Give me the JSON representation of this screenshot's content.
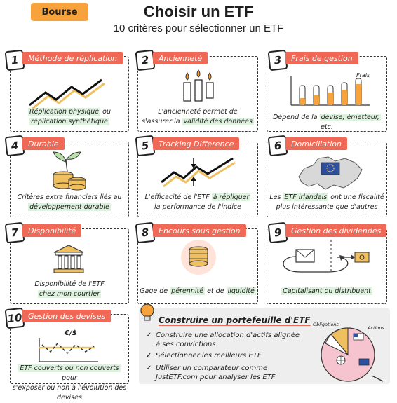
{
  "header": {
    "badge": "Bourse",
    "title": "Choisir un ETF",
    "subtitle": "10 critères pour sélectionner un ETF"
  },
  "cards": [
    {
      "n": "1",
      "label": "Méthode de réplication",
      "cap_a": "Réplication physique",
      "cap_b": " ou",
      "cap_c": "réplication synthétique"
    },
    {
      "n": "2",
      "label": "Ancienneté",
      "cap_a": "L'ancienneté permet de",
      "cap_b": "s'assurer la ",
      "cap_c": "validité des données"
    },
    {
      "n": "3",
      "label": "Frais de gestion",
      "cap_a": "Dépend de la ",
      "cap_b": "devise, émetteur,",
      "cap_c": " etc.",
      "chart_label": "Frais"
    },
    {
      "n": "4",
      "label": "Durable",
      "cap_a": "Critères extra financiers liés au",
      "cap_b": "développement durable"
    },
    {
      "n": "5",
      "label": "Tracking Difference",
      "cap_a": "L'efficacité de l'ETF ",
      "cap_b": "à répliquer",
      "cap_c": "la performance de l'indice"
    },
    {
      "n": "6",
      "label": "Domiciliation",
      "cap_a": "Les ",
      "cap_b": "ETF irlandais",
      "cap_c": " ont une fiscalité",
      "cap_d": "plus intéressante que d'autres"
    },
    {
      "n": "7",
      "label": "Disponibilité",
      "cap_a": "Disponibilité de l'ETF",
      "cap_b": "chez mon courtier"
    },
    {
      "n": "8",
      "label": "Encours sous gestion",
      "cap_a": "Gage de ",
      "cap_b": "pérennité",
      "cap_c": " et de ",
      "cap_d": "liquidité"
    },
    {
      "n": "9",
      "label": "Gestion des dividendes",
      "cap_a": "Capitalisant ou distribuant"
    },
    {
      "n": "10",
      "label": "Gestion des devises",
      "cap_a": "ETF couverts ou non couverts",
      "cap_b": " pour",
      "cap_c": "s'exposer ou non à l'évolution des devises",
      "chart_label": "€/$"
    }
  ],
  "portfolio": {
    "title": "Construire un portefeuille d'ETF",
    "items": [
      "Construire une allocation d'actifs alignée à ses convictions",
      "Sélectionner les meilleurs ETF",
      "Utiliser un comparateur comme JustETF.com pour analyser les ETF"
    ],
    "pie_labels": {
      "left": "Obligations",
      "right": "Actions"
    }
  },
  "colors": {
    "accent": "#f06956",
    "badge": "#f7a23a",
    "highlight": "#dff2df",
    "gold": "#f0c060"
  }
}
